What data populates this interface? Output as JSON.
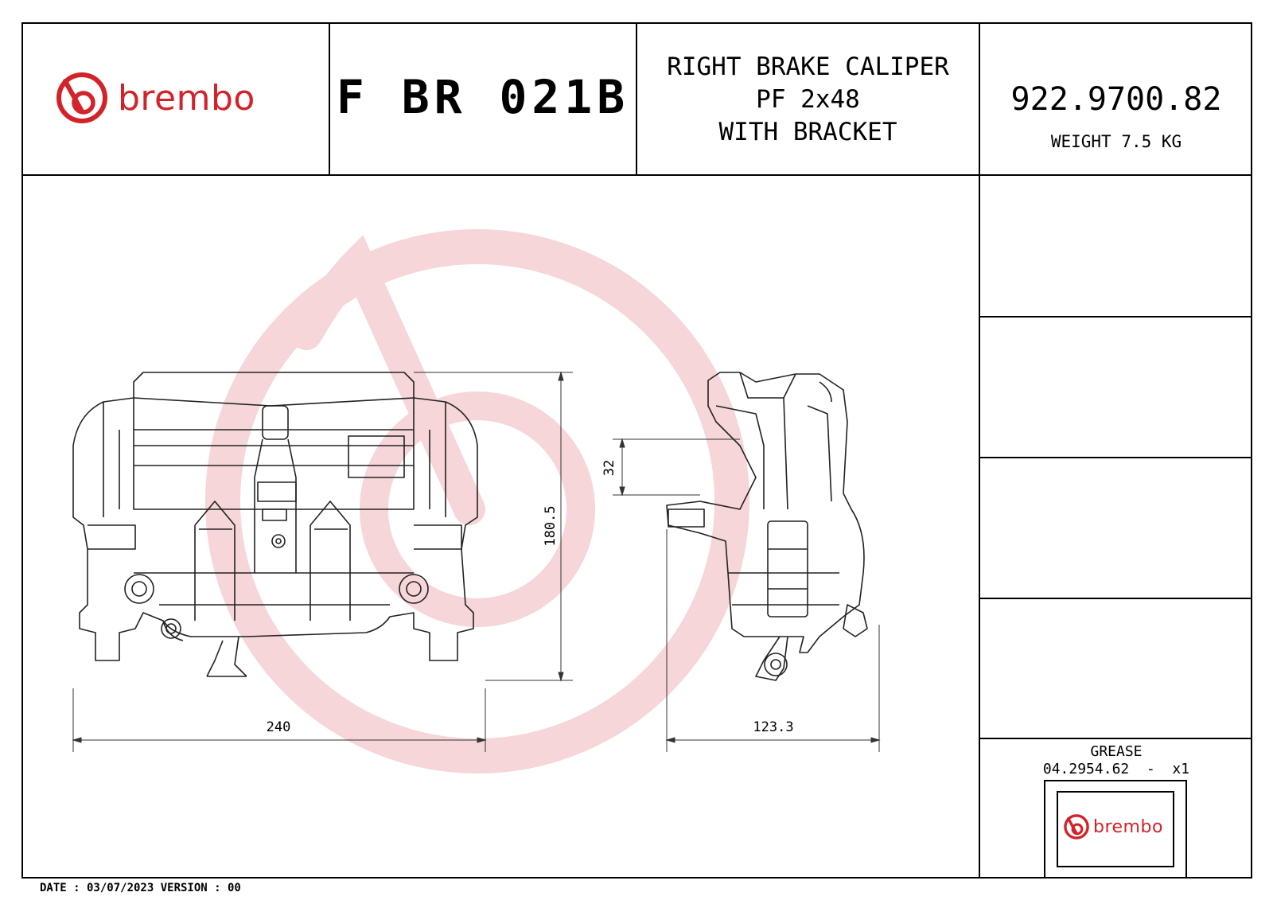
{
  "header": {
    "brand": "brembo",
    "code": "F BR 021B",
    "description": [
      "RIGHT BRAKE CALIPER",
      "PF 2x48",
      "WITH BRACKET"
    ],
    "part_number": "922.9700.82",
    "weight": "WEIGHT 7.5 KG"
  },
  "dimensions": {
    "height_label": "180.5",
    "offset_label": "32",
    "width_label": "240",
    "depth_label": "123.3"
  },
  "grease": {
    "title": "GREASE",
    "code": "04.2954.62  -  x1",
    "brand": "brembo"
  },
  "footer": {
    "text": "DATE : 03/07/2023 VERSION : 00"
  },
  "colors": {
    "brand_red": "#d2232a",
    "watermark": "#f7d9da"
  }
}
